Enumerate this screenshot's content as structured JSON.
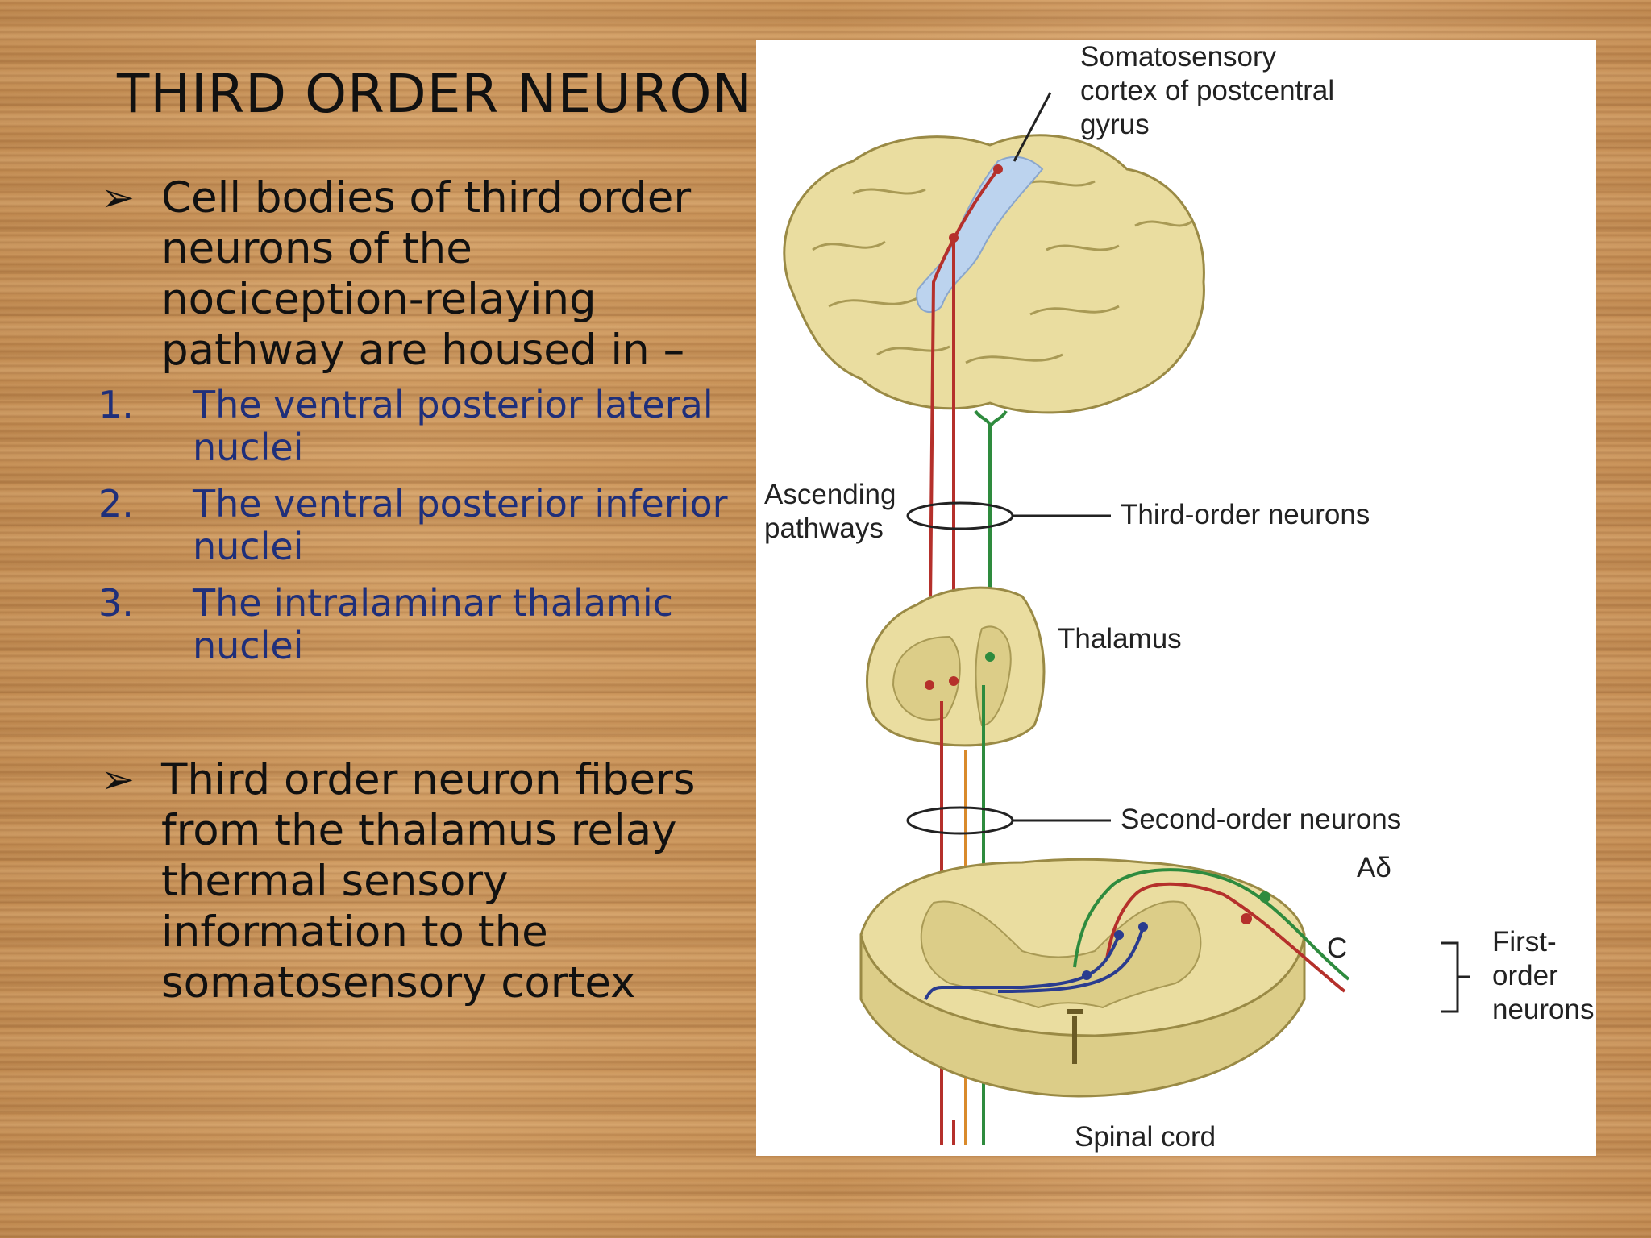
{
  "slide": {
    "title": "THIRD ORDER NEURON",
    "bullet_symbol": "➢",
    "bullet1": "Cell bodies of third order neurons of the nociception-relaying pathway are housed in –",
    "list": [
      {
        "num": "1.",
        "text": "The ventral posterior lateral nuclei"
      },
      {
        "num": "2.",
        "text": "The ventral posterior inferior nuclei"
      },
      {
        "num": "3.",
        "text": "The intralaminar thalamic nuclei"
      }
    ],
    "bullet2": "Third order neuron fibers from the thalamus relay thermal sensory information to the somatosensory cortex"
  },
  "figure": {
    "labels": {
      "cortex": "Somatosensory cortex of postcentral gyrus",
      "ascending": "Ascending pathways",
      "third_order": "Third-order neurons",
      "thalamus": "Thalamus",
      "second_order": "Second-order neurons",
      "a_delta": "Aδ",
      "c_fiber": "C",
      "first_order": "First- order neurons",
      "spinal_cord": "Spinal cord"
    },
    "colors": {
      "tissue": "#eadda0",
      "tissue_outline": "#9a8a45",
      "cortex_highlight": "#bcd3ee",
      "red_fiber": "#b5302b",
      "green_fiber": "#2e8b3e",
      "blue_fiber": "#2a3c8f",
      "orange_fiber": "#d98a2b"
    }
  }
}
